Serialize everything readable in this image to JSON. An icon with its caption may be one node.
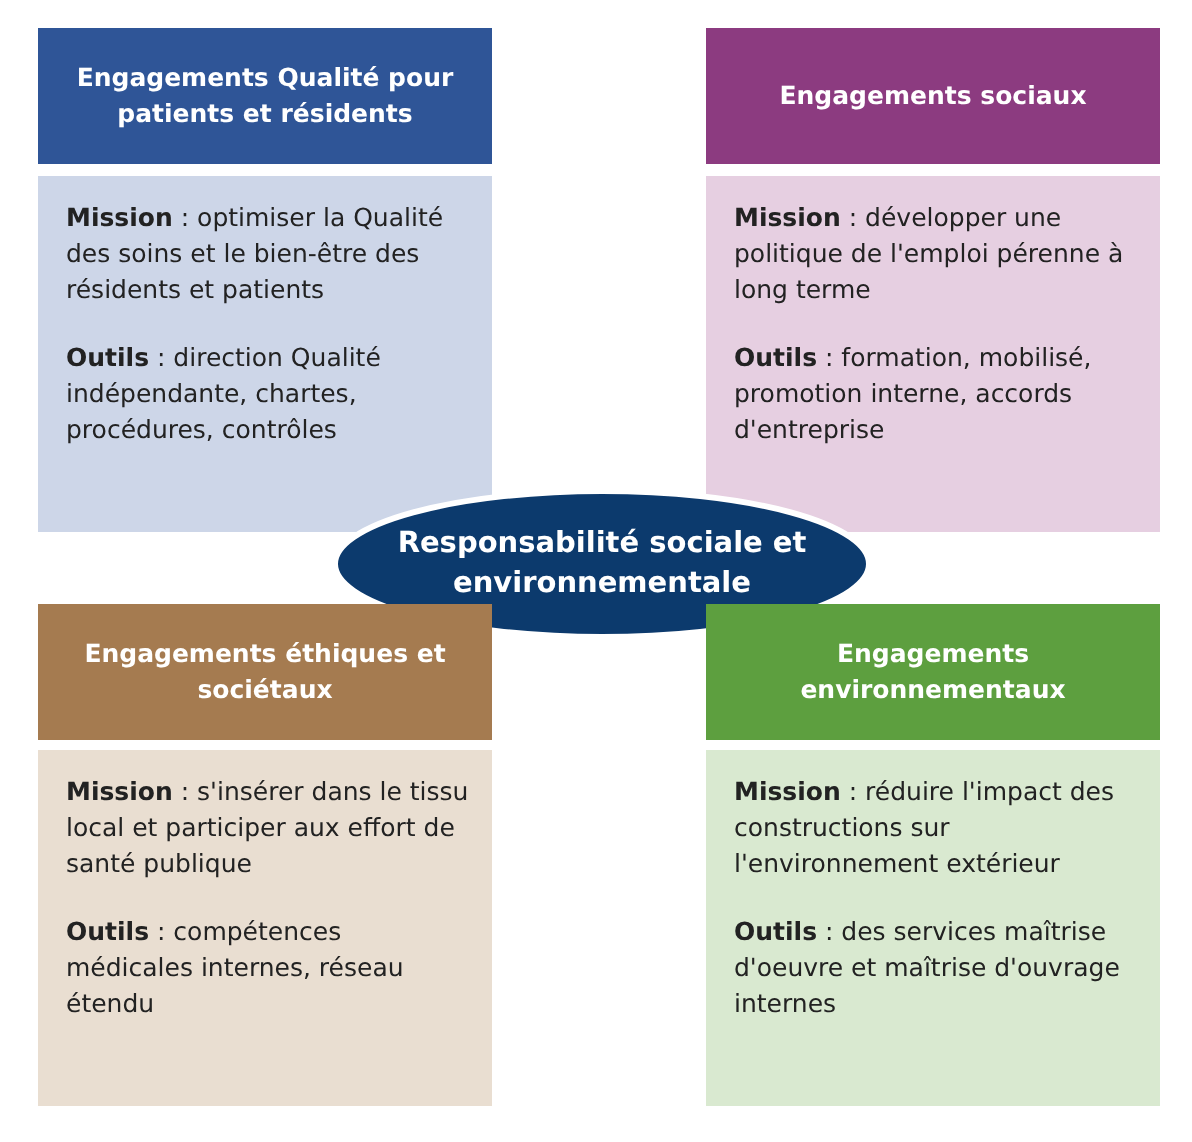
{
  "diagram": {
    "nodes": [
      {
        "text": [
          "Engagements Qualité pour patients et résidents"
        ]
      },
      {
        "text": [
          "**Mission** : optimiser la Qualité des soins et le bien-être des résidents et patients",
          "**Outils** : direction Qualité indépendante, chartes, procédures, contrôles"
        ]
      },
      {
        "text": [
          "Engagements sociaux"
        ]
      },
      {
        "text": [
          "**Mission** : développer une politique de l'emploi pérenne à long terme",
          "**Outils** : formation, mobilisé, promotion interne, accords d'entreprise"
        ]
      },
      {
        "text": [
          "Responsabilité sociale et environnementale"
        ]
      },
      {
        "text": [
          "Engagements éthiques et sociétaux"
        ]
      },
      {
        "text": [
          "**Mission** : s'insérer dans le tissu local et participer aux effort de santé publique",
          "**Outils** : compétences médicales internes, réseau étendu"
        ]
      },
      {
        "text": [
          "Engagements environnementaux"
        ]
      },
      {
        "text": [
          "**Mission** : réduire l'impact des constructions sur l'environnement extérieur",
          "**Outils** : des services maîtrise d'oeuvre et maîtrise d'ouvrage internes"
        ]
      }
    ]
  }
}
